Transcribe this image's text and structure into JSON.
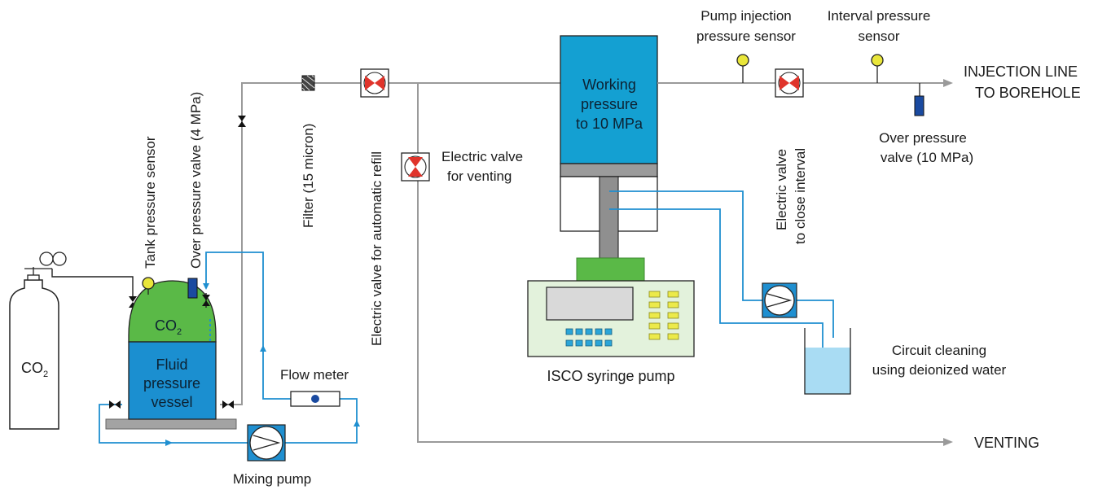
{
  "labels": {
    "co2_cylinder": "CO",
    "co2_sub": "2",
    "vessel_gas": "CO",
    "vessel_gas_sub": "2",
    "vessel_line1": "Fluid",
    "vessel_line2": "pressure",
    "vessel_line3": "vessel",
    "tank_pressure_sensor": "Tank pressure sensor",
    "over_pressure_valve_4": "Over pressure valve (4 MPa)",
    "filter": "Filter (15 micron)",
    "electric_valve_refill": "Electric valve for automatic refill",
    "electric_valve_venting_1": "Electric valve",
    "electric_valve_venting_2": "for venting",
    "working_pressure_1": "Working",
    "working_pressure_2": "pressure",
    "working_pressure_3": "to 10 MPa",
    "isco_pump": "ISCO syringe pump",
    "pump_injection_sensor_1": "Pump injection",
    "pump_injection_sensor_2": "pressure sensor",
    "interval_sensor_1": "Interval pressure",
    "interval_sensor_2": "sensor",
    "electric_valve_close_1": "Electric valve",
    "electric_valve_close_2": "to close interval",
    "over_pressure_valve_10_1": "Over pressure",
    "over_pressure_valve_10_2": "valve (10 MPa)",
    "injection_line_1": "INJECTION LINE",
    "injection_line_2": "TO BOREHOLE",
    "venting": "VENTING",
    "circuit_cleaning_1": "Circuit cleaning",
    "circuit_cleaning_2": "using deionized water",
    "flow_meter": "Flow meter",
    "mixing_pump": "Mixing pump"
  },
  "colors": {
    "gas_line": "#9a9a9a",
    "fluid_line": "#1f8fd0",
    "vessel_blue": "#1b8fd0",
    "vessel_green": "#5ab947",
    "pump_cylinder": "#14a0d2",
    "pump_body": "#e3f2dc",
    "valve_red": "#e0342b",
    "sensor_yellow": "#e9e63a",
    "water": "#a9dcf3"
  }
}
